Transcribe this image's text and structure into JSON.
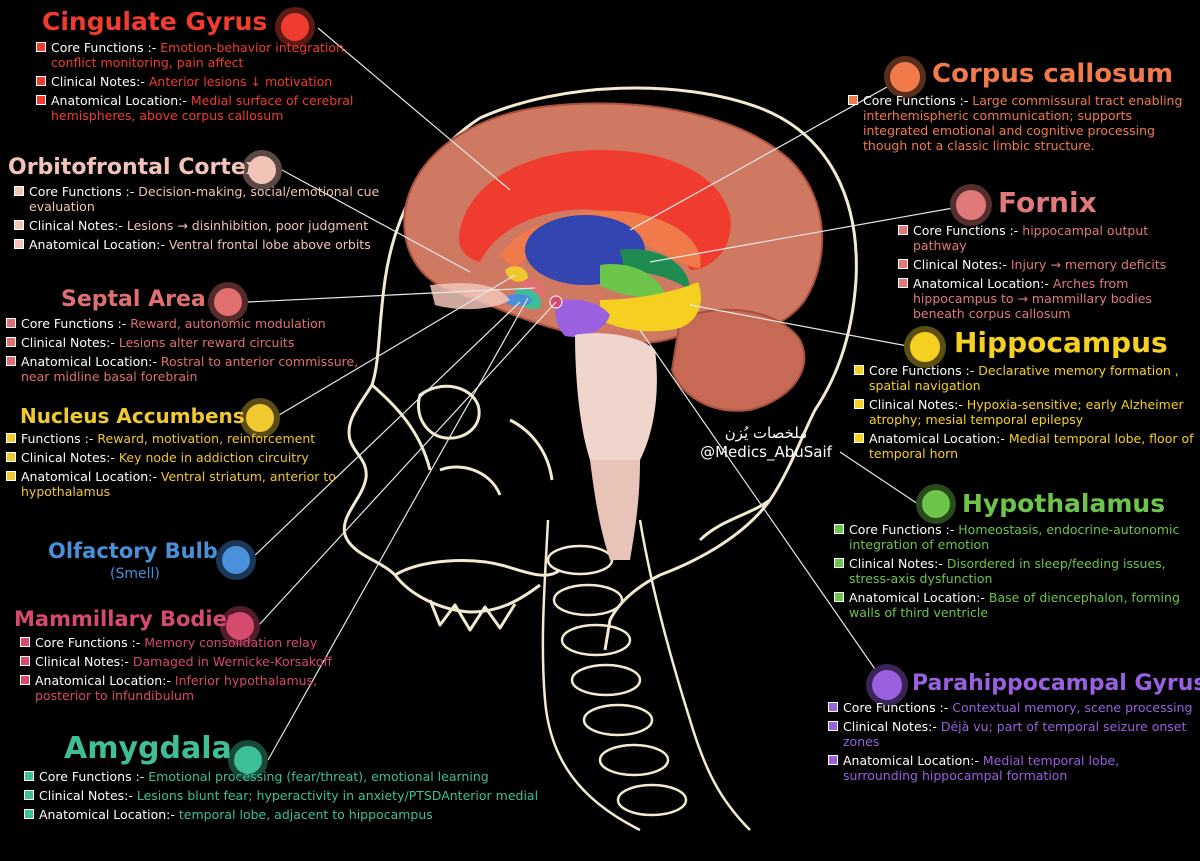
{
  "colors": {
    "cingulate": "#f03c2e",
    "orbitofrontal": "#f2c4b8",
    "septal": "#e07070",
    "accumbens": "#f0c830",
    "olfactory": "#4a90d9",
    "mammillary": "#d64a6e",
    "amygdala": "#3fbf98",
    "callosum": "#f07a4a",
    "fornix": "#e07a7a",
    "hippocampus": "#f5d020",
    "hypothalamus": "#6cc44a",
    "parahippocampal": "#9a60e0"
  },
  "icons": [
    "brain-diagram",
    "skull-outline",
    "spine-outline"
  ],
  "watermark": {
    "arabic": "ملخصات يُزن",
    "handle": "@Medics_AbuSaif"
  },
  "regions": {
    "cingulate": {
      "title": "Cingulate Gyrus",
      "rows": [
        {
          "label": "Core Functions :-",
          "value": "Emotion-behavior integration, conflict monitoring, pain affect"
        },
        {
          "label": "Clinical Notes:-",
          "value": "Anterior lesions ↓ motivation"
        },
        {
          "label": "Anatomical Location:-",
          "value": "Medial surface of cerebral hemispheres, above corpus callosum"
        }
      ]
    },
    "orbitofrontal": {
      "title": "Orbitofrontal Cortex",
      "rows": [
        {
          "label": "Core Functions :-",
          "value": "Decision-making, social/emotional cue evaluation"
        },
        {
          "label": "Clinical Notes:-",
          "value": "Lesions → disinhibition, poor judgment"
        },
        {
          "label": "Anatomical Location:-",
          "value": "Ventral frontal lobe above orbits"
        }
      ]
    },
    "septal": {
      "title": "Septal Area",
      "rows": [
        {
          "label": "Core Functions :-",
          "value": "Reward, autonomic modulation"
        },
        {
          "label": "Clinical Notes:-",
          "value": "Lesions alter reward circuits"
        },
        {
          "label": "Anatomical Location:-",
          "value": "Rostral to anterior commissure, near midline basal forebrain"
        }
      ]
    },
    "accumbens": {
      "title": "Nucleus Accumbens",
      "rows": [
        {
          "label": "Functions :-",
          "value": "Reward, motivation, reinforcement"
        },
        {
          "label": "Clinical Notes:-",
          "value": "Key node in addiction circuitry"
        },
        {
          "label": "Anatomical Location:-",
          "value": "Ventral striatum, anterior to hypothalamus"
        }
      ]
    },
    "olfactory": {
      "title": "Olfactory Bulb",
      "subtitle": "(Smell)"
    },
    "mammillary": {
      "title": "Mammillary Bodies",
      "rows": [
        {
          "label": "Core Functions :-",
          "value": "Memory consolidation relay"
        },
        {
          "label": "Clinical Notes:-",
          "value": "Damaged in Wernicke-Korsakoff"
        },
        {
          "label": "Anatomical Location:-",
          "value": "Inferior hypothalamus, posterior to infundibulum"
        }
      ]
    },
    "amygdala": {
      "title": "Amygdala",
      "rows": [
        {
          "label": "Core Functions :-",
          "value": "Emotional processing (fear/threat), emotional learning"
        },
        {
          "label": "Clinical Notes:-",
          "value": "Lesions blunt fear; hyperactivity in anxiety/PTSDAnterior medial"
        },
        {
          "label": "Anatomical Location:-",
          "value": "temporal lobe, adjacent to hippocampus"
        }
      ]
    },
    "callosum": {
      "title": "Corpus callosum",
      "rows": [
        {
          "label": "Core Functions :-",
          "value": "Large commissural tract enabling interhemispheric communication; supports integrated emotional and cognitive processing though not a classic limbic structure."
        }
      ]
    },
    "fornix": {
      "title": "Fornix",
      "rows": [
        {
          "label": "Core Functions :-",
          "value": "hippocampal output pathway"
        },
        {
          "label": "Clinical Notes:-",
          "value": "Injury → memory deficits"
        },
        {
          "label": "Anatomical Location:-",
          "value": "Arches from hippocampus to → mammillary bodies beneath corpus callosum"
        }
      ]
    },
    "hippocampus": {
      "title": "Hippocampus",
      "rows": [
        {
          "label": "Core Functions :-",
          "value": "Declarative memory formation , spatial navigation"
        },
        {
          "label": "Clinical Notes:-",
          "value": "Hypoxia-sensitive; early Alzheimer atrophy; mesial temporal epilepsy"
        },
        {
          "label": "Anatomical Location:-",
          "value": "Medial temporal lobe, floor of temporal horn"
        }
      ]
    },
    "hypothalamus": {
      "title": "Hypothalamus",
      "rows": [
        {
          "label": "Core Functions :-",
          "value": "Homeostasis, endocrine-autonomic integration of emotion"
        },
        {
          "label": "Clinical Notes:-",
          "value": "Disordered in sleep/feeding issues, stress-axis dysfunction"
        },
        {
          "label": "Anatomical Location:-",
          "value": "Base of diencephalon, forming walls of third ventricle"
        }
      ]
    },
    "parahippocampal": {
      "title": "Parahippocampal Gyrus",
      "rows": [
        {
          "label": "Core Functions :-",
          "value": "Contextual memory, scene processing"
        },
        {
          "label": "Clinical Notes:-",
          "value": "Déjà vu; part of temporal seizure onset zones"
        },
        {
          "label": "Anatomical Location:-",
          "value": "Medial temporal lobe, surrounding hippocampal formation"
        }
      ]
    }
  }
}
